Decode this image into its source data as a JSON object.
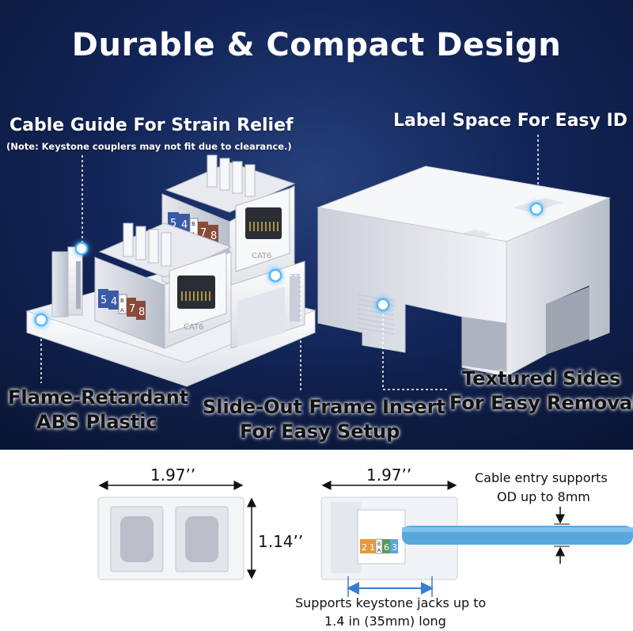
{
  "headline": "Durable & Compact Design",
  "callouts": {
    "cable_guide": "Cable Guide For Strain Relief",
    "cable_guide_note": "(Note: Keystone couplers may not fit due to clearance.)",
    "label_space": "Label Space For Easy ID",
    "flame_line1": "Flame-Retardant",
    "flame_line2": "ABS Plastic",
    "slide_line1": "Slide-Out Frame Insert",
    "slide_line2": "For Easy Setup",
    "textured_line1": "Textured Sides",
    "textured_line2": "For Easy Removal"
  },
  "jack_labels": {
    "back_jack": [
      "5",
      "4",
      "B",
      "A",
      "7",
      "8"
    ],
    "front_jack": [
      "5",
      "4",
      "B",
      "A",
      "7",
      "8"
    ],
    "side_view": [
      "2",
      "1",
      "B",
      "A",
      "6",
      "3"
    ],
    "jack_text": "CAT6"
  },
  "dimensions": {
    "front_width": "1.97’’",
    "front_height": "1.14’’",
    "side_width": "1.97’’",
    "cable_entry_line1": "Cable entry supports",
    "cable_entry_line2": "OD up to 8mm",
    "jack_support_line1": "Supports keystone jacks up to",
    "jack_support_line2": "1.4 in (35mm) long"
  },
  "colors": {
    "banner_dark": "#0b1738",
    "banner_mid": "#1b3470",
    "callout_glow": "#4fb6ff",
    "cable_blue": "#5aa7dd",
    "dimension_arrow_blue": "#3a7bd5",
    "label_blue": "#3a5aa8",
    "label_brown": "#8a4a3a",
    "label_orange": "#e89a3a",
    "label_green": "#5a9a5a"
  }
}
